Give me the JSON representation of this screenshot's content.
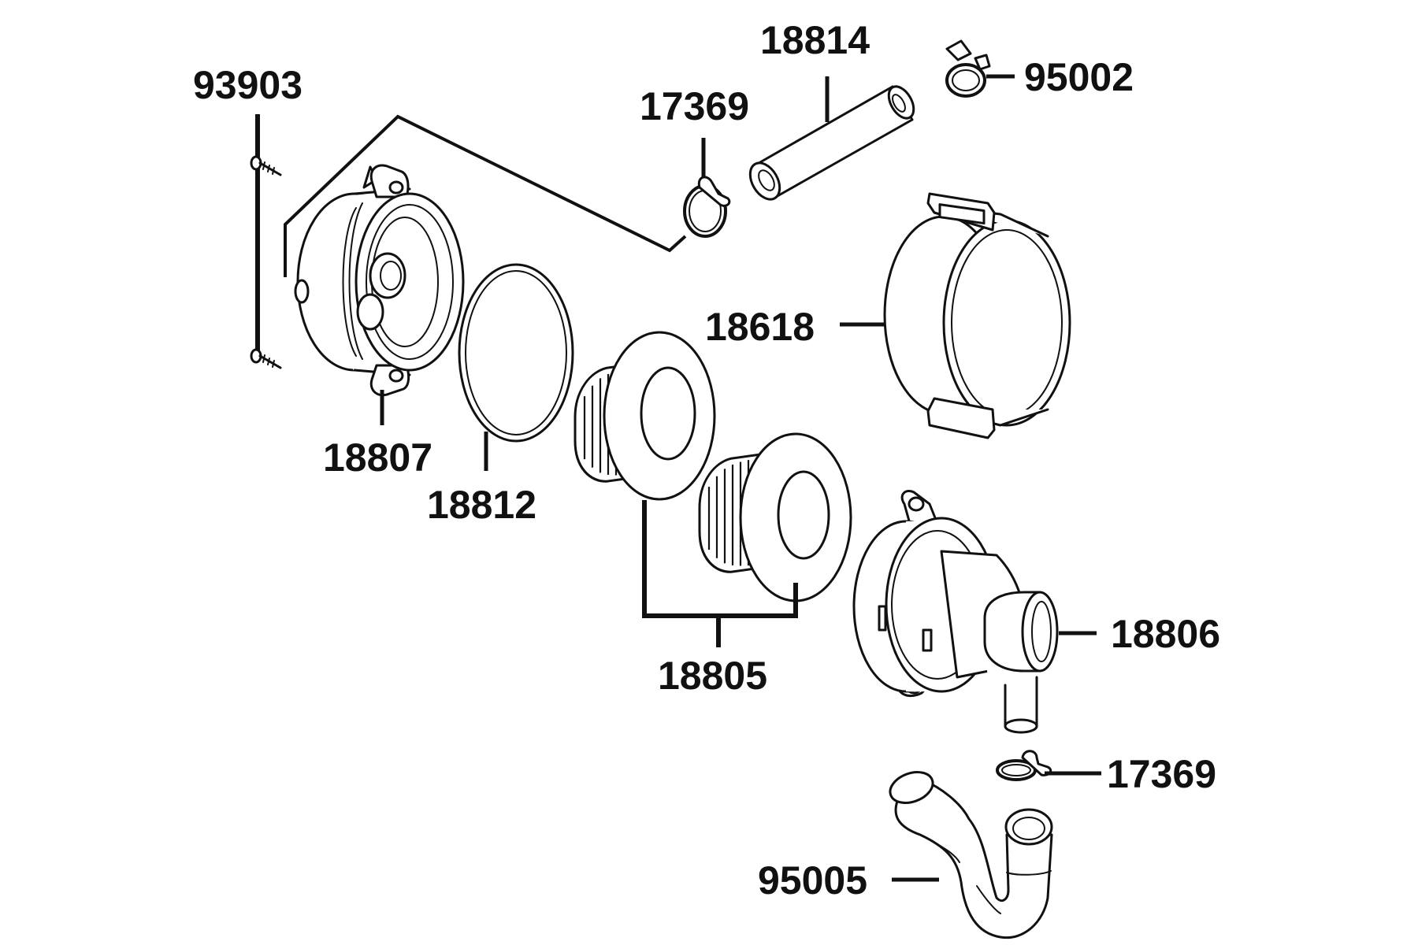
{
  "diagram": {
    "colors": {
      "ink": "#111111",
      "background": "#ffffff"
    },
    "parts": {
      "p93903": {
        "number": "93903",
        "description": "screw (x2)"
      },
      "p18814": {
        "number": "18814",
        "description": "hose, straight"
      },
      "p95002": {
        "number": "95002",
        "description": "hose clamp"
      },
      "p17369_top": {
        "number": "17369",
        "description": "clip clamp, upper"
      },
      "p18618": {
        "number": "18618",
        "description": "mounting band clamp"
      },
      "p18807": {
        "number": "18807",
        "description": "filter housing cover"
      },
      "p18812": {
        "number": "18812",
        "description": "O-ring seal"
      },
      "p18805": {
        "number": "18805",
        "description": "filter elements (x2)"
      },
      "p18806": {
        "number": "18806",
        "description": "filter housing body"
      },
      "p17369_bottom": {
        "number": "17369",
        "description": "clip clamp, lower"
      },
      "p95005": {
        "number": "95005",
        "description": "hose, bent"
      }
    }
  }
}
